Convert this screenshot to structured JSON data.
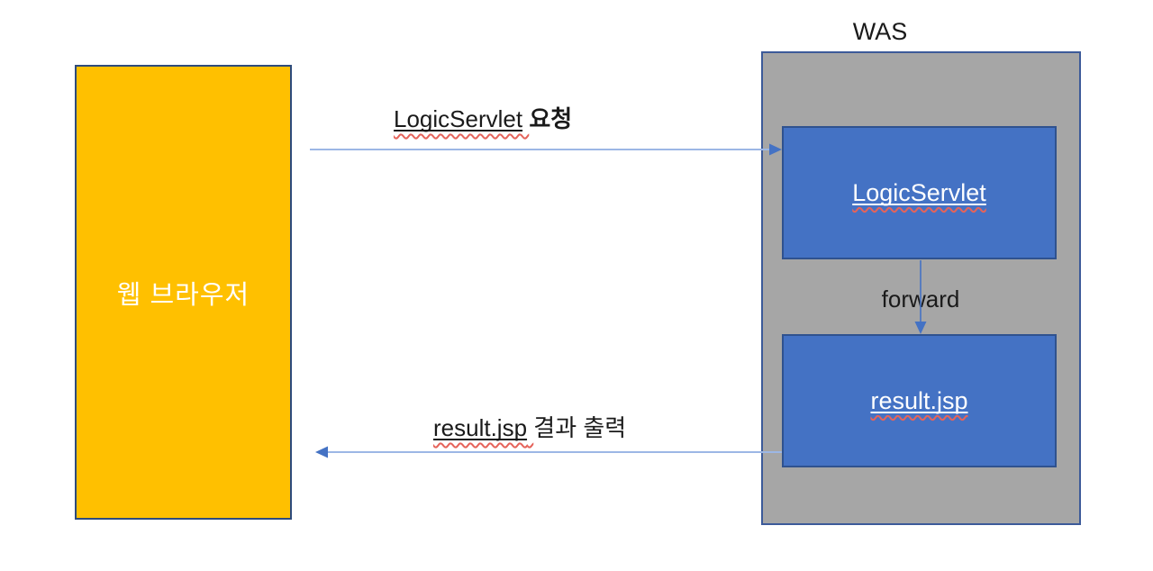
{
  "diagram": {
    "was_title": "WAS",
    "browser_box": {
      "label": "웹 브라우저"
    },
    "servlet_box": {
      "label": "LogicServlet"
    },
    "jsp_box": {
      "label": "result.jsp"
    },
    "arrows": {
      "request": {
        "code": "LogicServlet",
        "suffix": " 요청"
      },
      "forward": {
        "label": "forward"
      },
      "response": {
        "code": "result.jsp",
        "suffix": "결과 출력"
      }
    }
  },
  "colors": {
    "browser_fill": "#FFC000",
    "browser_border": "#2E4B7C",
    "was_fill": "#A6A6A6",
    "was_border": "#3C5A99",
    "node_fill": "#4472C4",
    "node_border": "#2F528F",
    "arrow_line": "#9CB7E5",
    "arrow_head": "#4472C4",
    "spellcheck": "#E5635A"
  }
}
